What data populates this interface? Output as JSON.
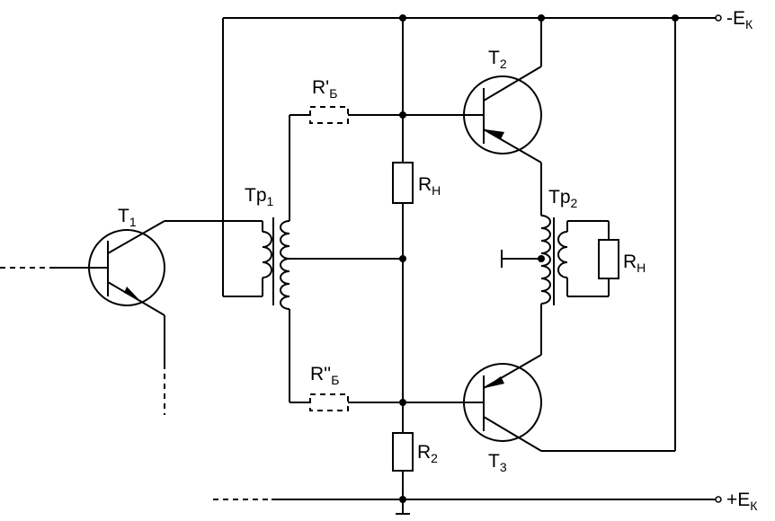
{
  "labels": {
    "t1": {
      "main": "T",
      "sub": "1"
    },
    "t2": {
      "main": "T",
      "sub": "2"
    },
    "t3": {
      "main": "T",
      "sub": "3"
    },
    "tp1": {
      "main": "Tp",
      "sub": "1"
    },
    "tp2": {
      "main": "Tp",
      "sub": "2"
    },
    "rb1": {
      "main": "R'",
      "sub": "Б"
    },
    "rb2": {
      "main": "R''",
      "sub": "Б"
    },
    "rn_mid": {
      "main": "R",
      "sub": "Н"
    },
    "rn_load": {
      "main": "R",
      "sub": "Н"
    },
    "r2": {
      "main": "R",
      "sub": "2"
    },
    "ek_neg": {
      "main": "-E",
      "sub": "К"
    },
    "ek_pos": {
      "main": "+E",
      "sub": "К"
    }
  }
}
